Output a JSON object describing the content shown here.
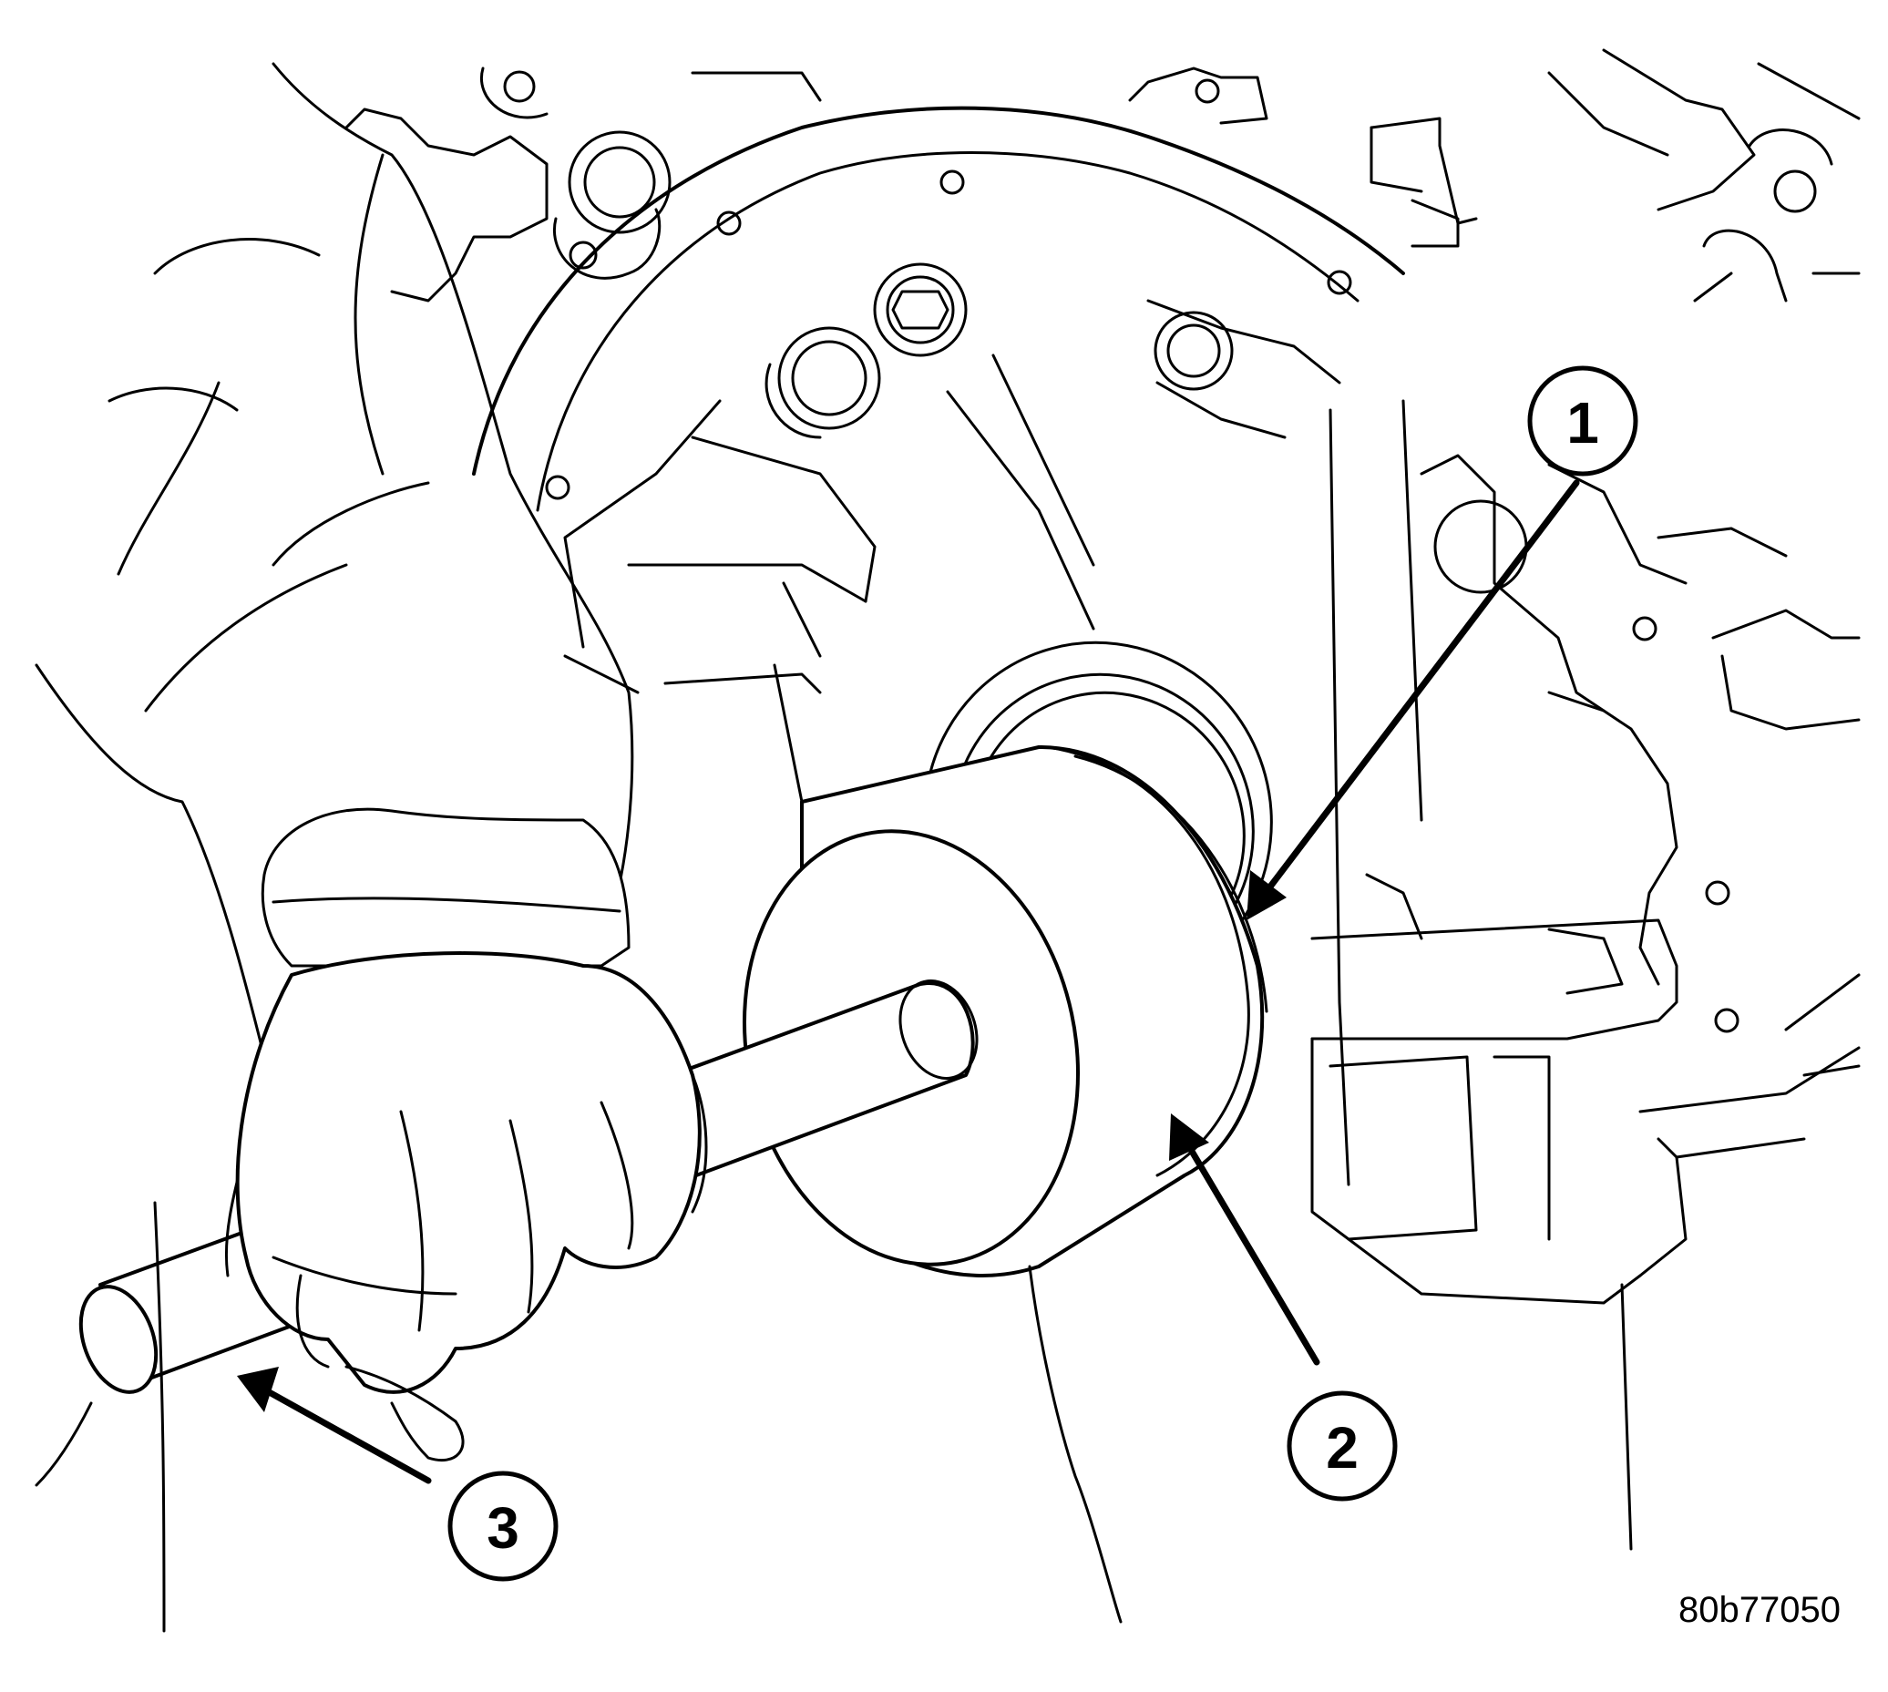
{
  "figure": {
    "callouts": [
      {
        "number": "1"
      },
      {
        "number": "2"
      },
      {
        "number": "3"
      }
    ],
    "figure_id": "80b77050",
    "colors": {
      "line": "#000000",
      "background": "#ffffff"
    }
  }
}
